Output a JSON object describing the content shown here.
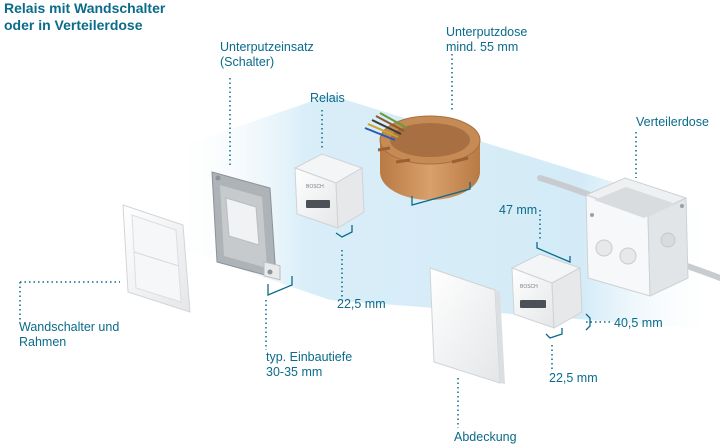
{
  "title": {
    "line1": "Relais mit Wandschalter",
    "line2": "oder in Verteilerdose"
  },
  "labels": {
    "unterputzeinsatz_1": "Unterputzeinsatz",
    "unterputzeinsatz_2": "(Schalter)",
    "relais": "Relais",
    "unterputzdose_1": "Unterputzdose",
    "unterputzdose_2": "mind. 55 mm",
    "verteilerdose": "Verteilerdose",
    "dim_47": "47 mm",
    "dim_22_left": "22,5 mm",
    "dim_40": "40,5 mm",
    "dim_22_right": "22,5 mm",
    "wandschalter_1": "Wandschalter und",
    "wandschalter_2": "Rahmen",
    "einbautiefe_1": "typ. Einbautiefe",
    "einbautiefe_2": "30-35 mm",
    "abdeckung": "Abdeckung"
  },
  "colors": {
    "accent": "#0a6b8a",
    "beam": "#cfe9f6",
    "box_orange": "#c98a55"
  }
}
